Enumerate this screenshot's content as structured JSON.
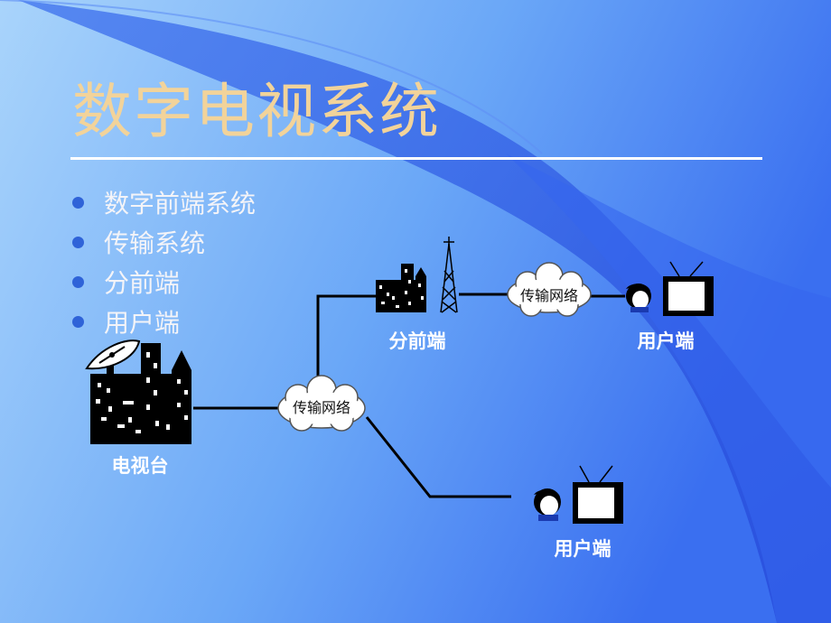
{
  "slide": {
    "title": "数字电视系统",
    "bullets": [
      "数字前端系统",
      "传输系统",
      "分前端",
      "用户端"
    ]
  },
  "diagram": {
    "tv_station": "电视台",
    "sub_headend": "分前端",
    "network_main": "传输网络",
    "network_upper": "传输网络",
    "user_upper": "用户端",
    "user_lower": "用户端"
  },
  "colors": {
    "background_light": "#a9d4fb",
    "background_dark": "#2f5ff0",
    "title": "#f2d39a",
    "bullet_dot": "#2f63d8",
    "line": "#000000"
  }
}
